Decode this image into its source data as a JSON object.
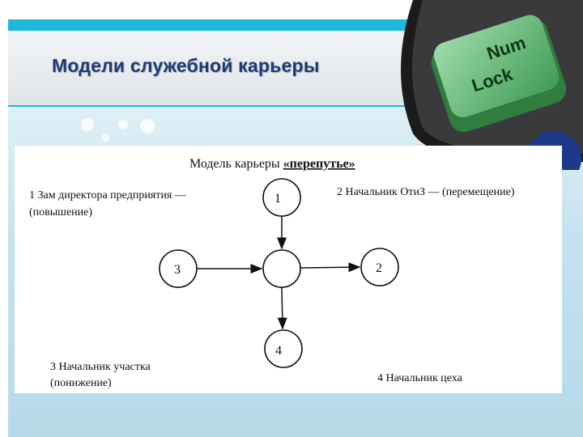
{
  "slide": {
    "title": "Модели служебной карьеры",
    "accent_color": "#1fb7dd",
    "title_color": "#1a3b78"
  },
  "decoration": {
    "key_line1": "Num",
    "key_line2": "Lock",
    "key_color": "#5db86e"
  },
  "diagram": {
    "heading_prefix": "Модель карьеры ",
    "heading_emph": "«перепутье»",
    "node_labels": [
      "1",
      "2",
      "3",
      "4"
    ],
    "caption_1": "1  Зам  директора предприятия —",
    "caption_1b": "(повышение)",
    "caption_2": "2  Начальник ОтиЗ — (перемещение)",
    "caption_3": "3    Начальник участка",
    "caption_3b": "(понижение)",
    "caption_4": "4  Начальник цеха"
  }
}
